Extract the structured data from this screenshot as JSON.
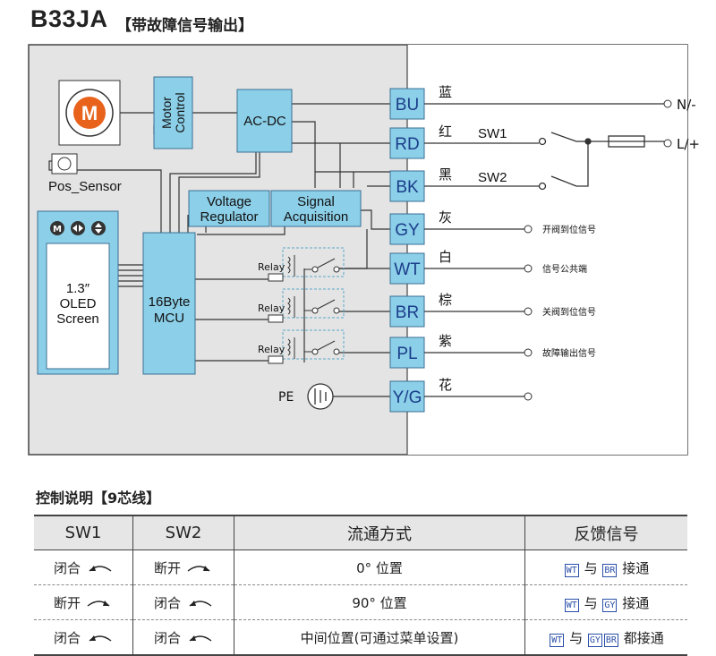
{
  "header": {
    "model": "B33JA",
    "subtitle": "【带故障信号输出】"
  },
  "diagram": {
    "motor_letter": "M",
    "motor_control": [
      "Motor",
      "Control"
    ],
    "ac_dc": "AC-DC",
    "pos_sensor": "Pos_Sensor",
    "voltage_regulator": [
      "Voltage",
      "Regulator"
    ],
    "signal_acquisition": [
      "Signal",
      "Acquisition"
    ],
    "oled": [
      "1.3″",
      "OLED",
      "Screen"
    ],
    "mcu": [
      "16Byte",
      "MCU"
    ],
    "relay": "Relay",
    "pe": "PE",
    "sw1": "SW1",
    "sw2": "SW2",
    "terminals": [
      {
        "code": "BU",
        "color": "蓝",
        "signal": "N/-"
      },
      {
        "code": "RD",
        "color": "红",
        "signal": "L/+"
      },
      {
        "code": "BK",
        "color": "黑",
        "signal": ""
      },
      {
        "code": "GY",
        "color": "灰",
        "signal": "开阀到位信号"
      },
      {
        "code": "WT",
        "color": "白",
        "signal": "信号公共端"
      },
      {
        "code": "BR",
        "color": "棕",
        "signal": "关阀到位信号"
      },
      {
        "code": "PL",
        "color": "紫",
        "signal": "故障输出信号"
      },
      {
        "code": "Y/G",
        "color": "花",
        "signal": ""
      }
    ],
    "colors": {
      "box_fill": "#8ccfe8",
      "box_stroke": "#3a6f95",
      "motor": "#e8621c",
      "line": "#333333"
    }
  },
  "control": {
    "title": "控制说明【9芯线】",
    "headers": [
      "SW1",
      "SW2",
      "流通方式",
      "反馈信号"
    ],
    "rows": [
      {
        "sw1": "闭合",
        "sw2": "断开",
        "mode": "0° 位置",
        "fb_a": "WT",
        "fb_b": "BR",
        "fb_c": "",
        "fb_mid": "与",
        "fb_end": "接通"
      },
      {
        "sw1": "断开",
        "sw2": "闭合",
        "mode": "90° 位置",
        "fb_a": "WT",
        "fb_b": "GY",
        "fb_c": "",
        "fb_mid": "与",
        "fb_end": "接通"
      },
      {
        "sw1": "闭合",
        "sw2": "闭合",
        "mode": "中间位置(可通过菜单设置)",
        "fb_a": "WT",
        "fb_b": "GY",
        "fb_c": "BR",
        "fb_mid": "与",
        "fb_end": "都接通"
      }
    ]
  }
}
